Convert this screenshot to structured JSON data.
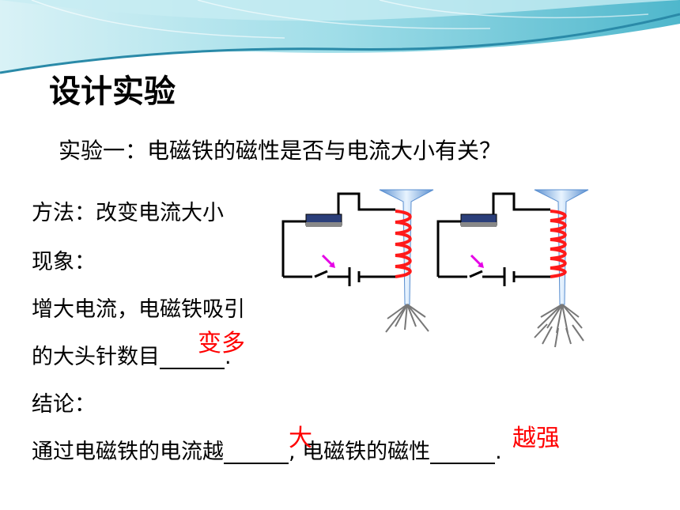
{
  "title": "设计实验",
  "subtitle": "实验一：电磁铁的磁性是否与电流大小有关？",
  "method": "方法：改变电流大小",
  "phenomenon_label": "现象：",
  "phenomenon_line1": "增大电流，电磁铁吸引",
  "phenomenon_line2_prefix": "的大头针数目",
  "phenomenon_line2_suffix": ".",
  "answer_more": "变多",
  "conclusion_label": "结论：",
  "conclusion_prefix": "通过电磁铁的电流越",
  "conclusion_middle": ", 电磁铁的磁性",
  "conclusion_suffix": ".",
  "answer_large": "大",
  "answer_stronger": "越强",
  "colors": {
    "answer_red": "#ff0000",
    "banner_teal": "#7fd2e0",
    "coil_red": "#ff1a1a",
    "arrow_magenta": "#e600e6",
    "rheostat_blue": "#2b3f7a"
  },
  "icons": [
    "circuit-diagram-low-current",
    "circuit-diagram-high-current"
  ]
}
